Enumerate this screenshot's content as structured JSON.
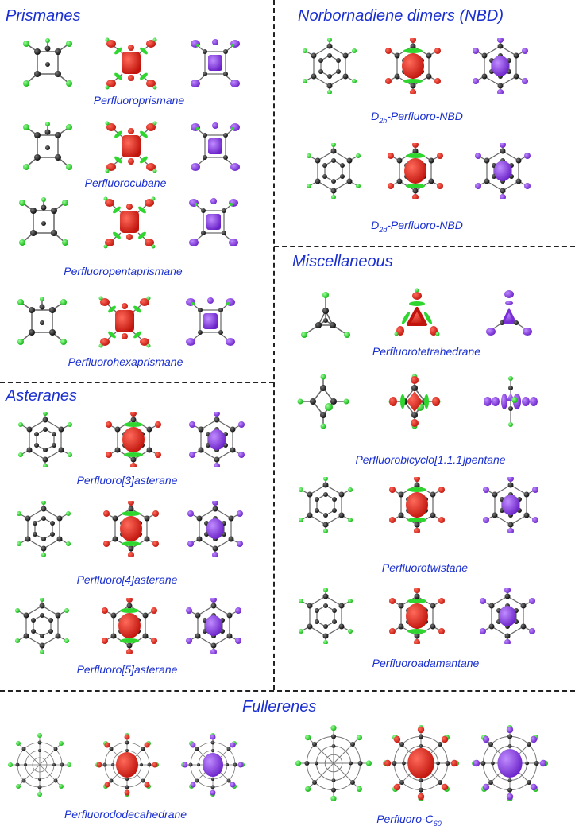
{
  "colors": {
    "label": "#1a2fd0",
    "divider": "#222222",
    "carbon": "#1a1a1a",
    "fluorine": "#2fd62f",
    "orbital_red": "#e0231a",
    "orbital_green": "#2fd62f",
    "orbital_purple": "#8a3ee6"
  },
  "sections": {
    "prismanes": {
      "title": "Prismanes",
      "molecules": [
        {
          "name": "Perfluoroprismane"
        },
        {
          "name": "Perfluorocubane"
        },
        {
          "name": "Perfluoropentaprismane"
        },
        {
          "name": "Perfluorohexaprismane"
        }
      ]
    },
    "nbd": {
      "title": "Norbornadiene dimers (NBD)",
      "molecules": [
        {
          "prefix": "D",
          "sub": "2h",
          "suffix": "-Perfluoro-NBD"
        },
        {
          "prefix": "D",
          "sub": "2d",
          "suffix": "-Perfluoro-NBD"
        }
      ]
    },
    "asteranes": {
      "title": "Asteranes",
      "molecules": [
        {
          "name": "Perfluoro[3]asterane"
        },
        {
          "name": "Perfluoro[4]asterane"
        },
        {
          "name": "Perfluoro[5]asterane"
        }
      ]
    },
    "misc": {
      "title": "Miscellaneous",
      "molecules": [
        {
          "name": "Perfluorotetrahedrane"
        },
        {
          "name": "Perfluorobicyclo[1.1.1]pentane"
        },
        {
          "name": "Perfluorotwistane"
        },
        {
          "name": "Perfluoroadamantane"
        }
      ]
    },
    "fullerenes": {
      "title": "Fullerenes",
      "molecules": [
        {
          "name": "Perfluorododecahedrane"
        },
        {
          "prefix": "Perfluoro-C",
          "sub": "60"
        }
      ]
    }
  },
  "panel_types": [
    "structure",
    "orbital-red-green",
    "orbital-purple"
  ]
}
